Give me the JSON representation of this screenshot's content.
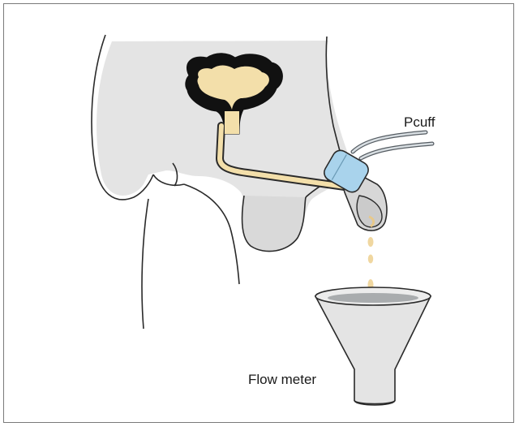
{
  "labels": {
    "pcuff": "Pcuff",
    "flow_meter": "Flow meter"
  },
  "colors": {
    "body_fill": "#e4e4e4",
    "outline": "#2a2a2a",
    "bladder_wall": "#111111",
    "urine": "#f3dfaa",
    "cuff": "#a9d3ec",
    "tube": "#b9c2c8"
  },
  "icons": {
    "body": "pelvis-side-view",
    "bladder": "bladder-icon",
    "cuff": "penile-cuff-icon",
    "meter": "funnel-flow-meter-icon"
  }
}
